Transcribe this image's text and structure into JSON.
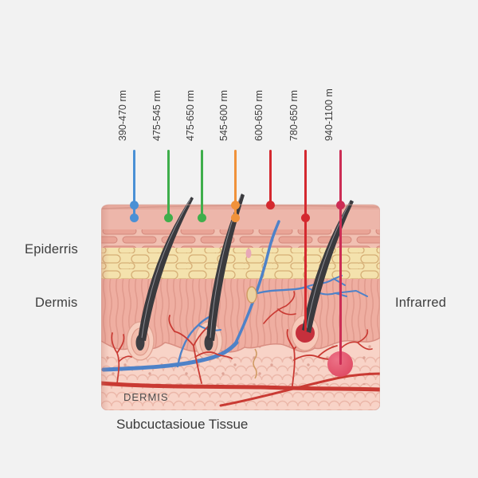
{
  "wavelengths": [
    {
      "label": "390-470 rm",
      "color": "#4a90d5"
    },
    {
      "label": "475-545 rm",
      "color": "#3fae4b"
    },
    {
      "label": "475-650 rm",
      "color": "#3fae4b"
    },
    {
      "label": "545-600 rm",
      "color": "#f0923a"
    },
    {
      "label": "600-650 rm",
      "color": "#d4292f"
    },
    {
      "label": "780-650 rm",
      "color": "#d4292f"
    },
    {
      "label": "940-1100 m",
      "color": "#cc2d55"
    }
  ],
  "labels": {
    "epidermis": "Epiderris",
    "dermis": "Dermis",
    "infrared": "Infrarred",
    "dermis_caption": "DERMIS",
    "subcutaneous": "Subcuctasioue Tissue"
  },
  "colors": {
    "background": "#f2f2f2",
    "epidermis_layer": "#edb6aa",
    "fat_layer": "#f4e2ad",
    "dermis_layer": "#efaea1",
    "subcutaneous_layer": "#f8d3c7",
    "vessel_red": "#c93a33",
    "vessel_blue": "#4e82c8",
    "hair": "#3a3a3e",
    "text": "#3e3e3e"
  }
}
